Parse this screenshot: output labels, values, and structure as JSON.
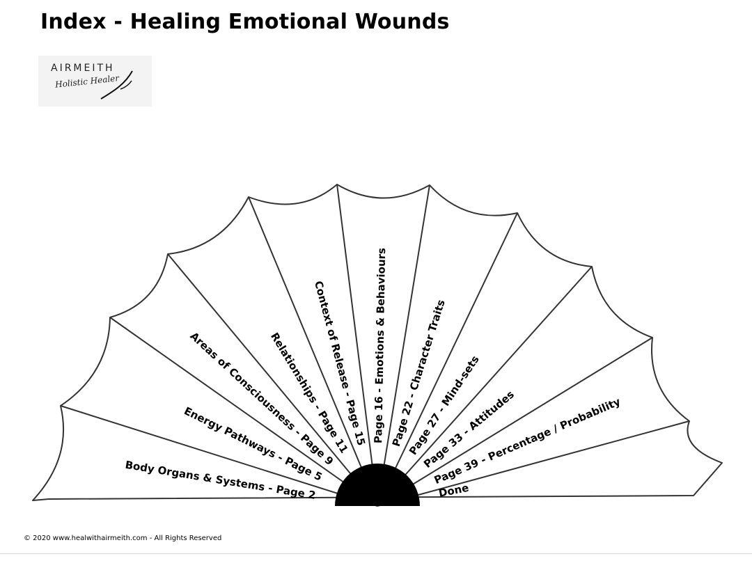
{
  "title": "Index - Healing Emotional Wounds",
  "logo": {
    "brand": "AIRMEITH",
    "tagline": "Holistic Healer"
  },
  "segments": [
    "Body Organs & Systems - Page 2",
    "Energy Pathways - Page 5",
    "Areas of Consciousness - Page 9",
    "Relationships - Page 11",
    "Context of Release - Page 15",
    "Page 16 - Emotions & Behaviours",
    "Page 22 - Character Traits",
    "Page 27 - Mind-sets",
    "Page 33 - Attitudes",
    "Page 39 - Percentage / Probability",
    "Done"
  ],
  "footer": "© 2020 www.healwithairmeith.com - All Rights Reserved"
}
